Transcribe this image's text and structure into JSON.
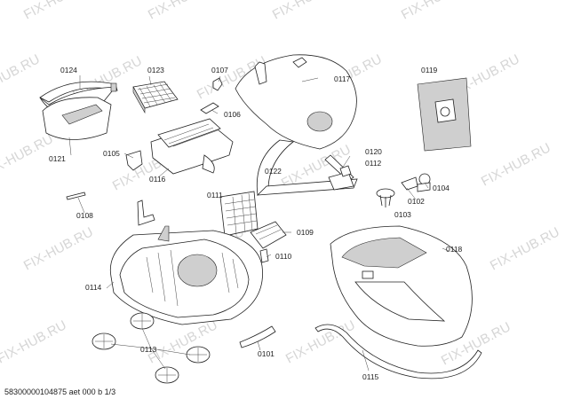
{
  "watermark": "FIX-HUB.RU",
  "labels": {
    "p0124": "0124",
    "p0123": "0123",
    "p0107": "0107",
    "p0117": "0117",
    "p0119": "0119",
    "p0106": "0106",
    "p0121": "0121",
    "p0105": "0105",
    "p0116": "0116",
    "p0122": "0122",
    "p0120": "0120",
    "p0112": "0112",
    "p0104": "0104",
    "p0102": "0102",
    "p0103": "0103",
    "p0108": "0108",
    "p0111": "0111",
    "p0109": "0109",
    "p0110": "0110",
    "p0118": "0118",
    "p0114": "0114",
    "p0113": "0113",
    "p0101": "0101",
    "p0115": "0115"
  },
  "footer": "58300000104875 aet 000 b 1/3"
}
